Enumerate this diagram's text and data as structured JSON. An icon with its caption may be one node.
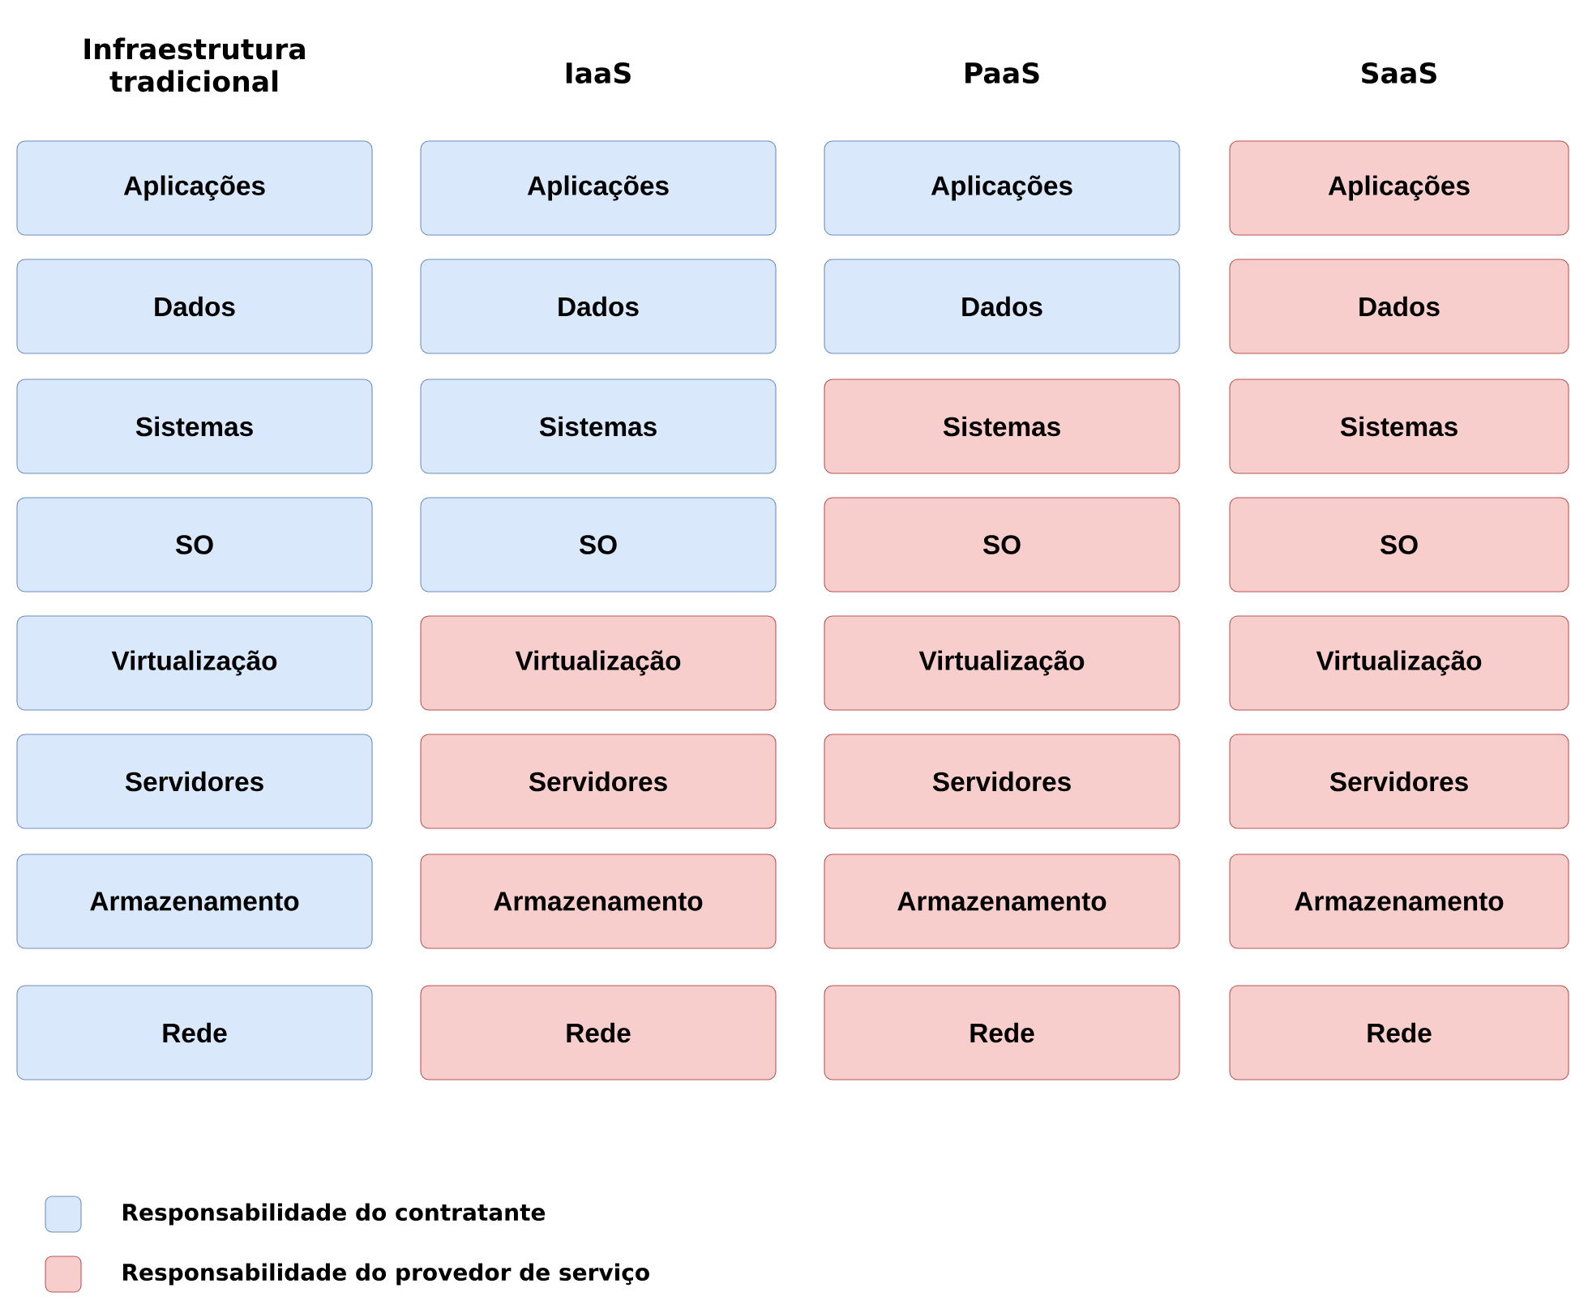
{
  "diagram": {
    "nodes": [
      {
        "text": [
          "Aplicações"
        ]
      },
      {
        "text": [
          "Aplicações"
        ]
      },
      {
        "text": [
          "Aplicações"
        ]
      },
      {
        "text": [
          "Aplicações"
        ]
      },
      {
        "text": [
          "Dados"
        ]
      },
      {
        "text": [
          "Dados"
        ]
      },
      {
        "text": [
          "Dados"
        ]
      },
      {
        "text": [
          "Dados"
        ]
      },
      {
        "text": [
          "Sistemas"
        ]
      },
      {
        "text": [
          "Sistemas"
        ]
      },
      {
        "text": [
          "Sistemas"
        ]
      },
      {
        "text": [
          "Sistemas"
        ]
      },
      {
        "text": [
          "SO"
        ]
      },
      {
        "text": [
          "SO"
        ]
      },
      {
        "text": [
          "SO"
        ]
      },
      {
        "text": [
          "SO"
        ]
      },
      {
        "text": [
          "Virtualização"
        ]
      },
      {
        "text": [
          "Virtualização"
        ]
      },
      {
        "text": [
          "Virtualização"
        ]
      },
      {
        "text": [
          "Virtualização"
        ]
      },
      {
        "text": [
          "Servidores"
        ]
      },
      {
        "text": [
          "Servidores"
        ]
      },
      {
        "text": [
          "Servidores"
        ]
      },
      {
        "text": [
          "Servidores"
        ]
      },
      {
        "text": [
          "Armazenamento"
        ]
      },
      {
        "text": [
          "Armazenamento"
        ]
      },
      {
        "text": [
          "Armazenamento"
        ]
      },
      {
        "text": [
          "Armazenamento"
        ]
      },
      {
        "text": [
          "Rede"
        ]
      },
      {
        "text": [
          "Rede"
        ]
      },
      {
        "text": [
          "Rede"
        ]
      },
      {
        "text": [
          "Rede"
        ]
      }
    ],
    "labels": [
      "Infraestrutura tradicional",
      "IaaS",
      "PaaS",
      "SaaS"
    ],
    "legend": [
      {
        "text": "Responsabilidade do contratante",
        "color": "#dae8fc"
      },
      {
        "text": "Responsabilidade do provedor de serviço",
        "color": "#f8cecc"
      }
    ]
  }
}
